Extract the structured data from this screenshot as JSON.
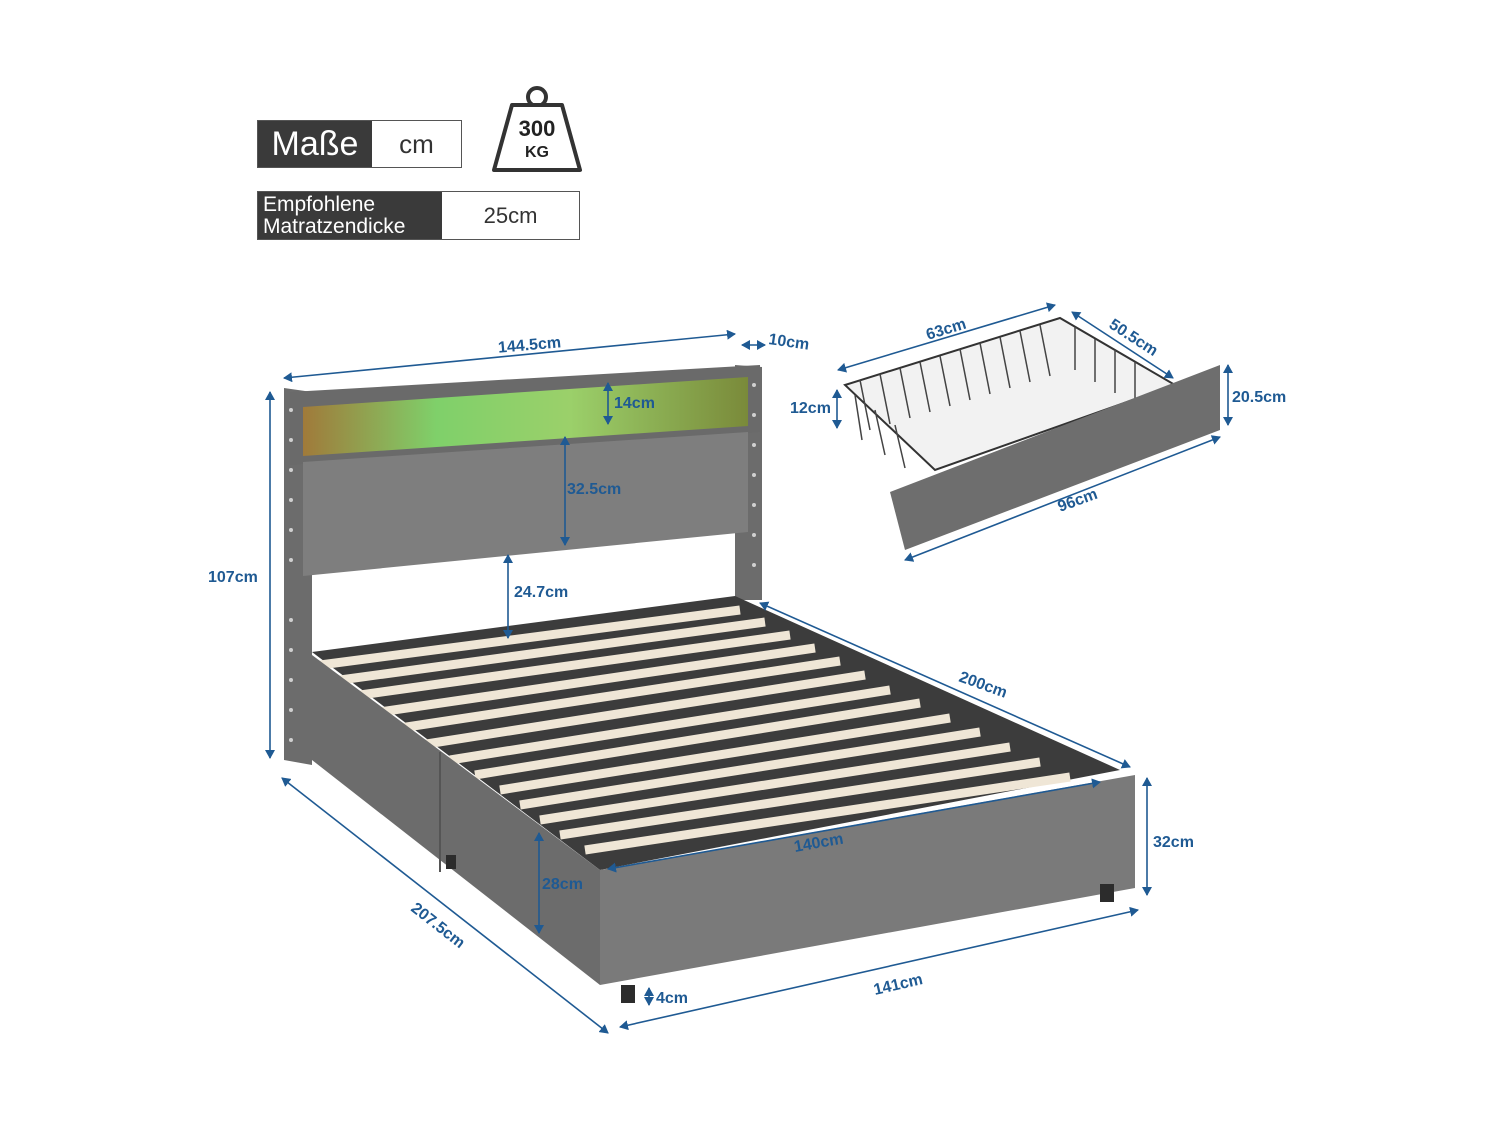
{
  "header": {
    "mass_label": "Maße",
    "unit_label": "cm",
    "weight_value": "300",
    "weight_unit": "KG",
    "mattress_label_line1": "Empfohlene",
    "mattress_label_line2": "Matratzendicke",
    "mattress_value": "25cm"
  },
  "bed_dimensions": {
    "headboard_width": "144.5cm",
    "headboard_depth": "10cm",
    "shelf_height": "14cm",
    "headboard_panel": "32.5cm",
    "panel_gap": "24.7cm",
    "total_height": "107cm",
    "length": "200cm",
    "total_length": "207.5cm",
    "inner_width": "140cm",
    "side_height": "28cm",
    "leg_height": "4cm",
    "total_width": "141cm",
    "frame_height": "32cm"
  },
  "drawer_dimensions": {
    "basket_length": "63cm",
    "basket_depth": "50.5cm",
    "basket_height": "12cm",
    "front_height": "20.5cm",
    "front_width": "96cm"
  },
  "colors": {
    "dimension": "#1f5a93",
    "fabric": "#7a7a7a",
    "fabric_dark": "#5e5e5e",
    "slat": "#efe6d6",
    "led": "#7fd06a"
  }
}
